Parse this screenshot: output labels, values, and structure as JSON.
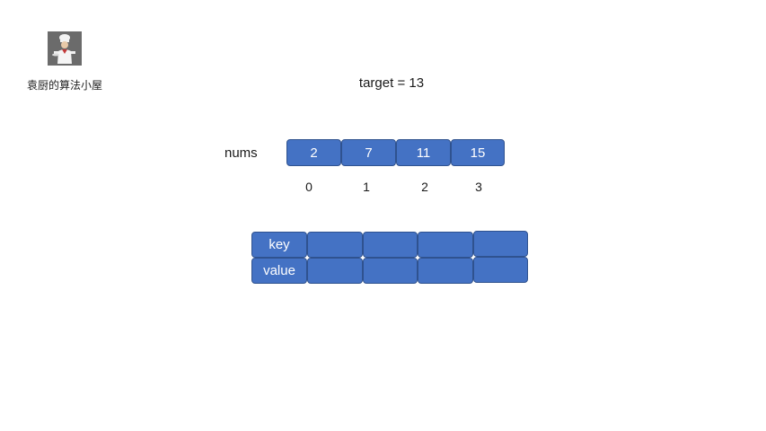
{
  "brand": {
    "text": "袁厨的算法小屋",
    "logo_icon": "chef-icon"
  },
  "target": {
    "label": "target = 13"
  },
  "array": {
    "label": "nums",
    "values": [
      "2",
      "7",
      "11",
      "15"
    ],
    "indices": [
      "0",
      "1",
      "2",
      "3"
    ]
  },
  "hash_table": {
    "key_label": "key",
    "value_label": "value",
    "keys": [
      "",
      "",
      "",
      ""
    ],
    "values": [
      "",
      "",
      "",
      ""
    ]
  },
  "colors": {
    "cell_fill": "#4472c4",
    "cell_border": "#2f528f",
    "cell_text": "#ffffff"
  }
}
